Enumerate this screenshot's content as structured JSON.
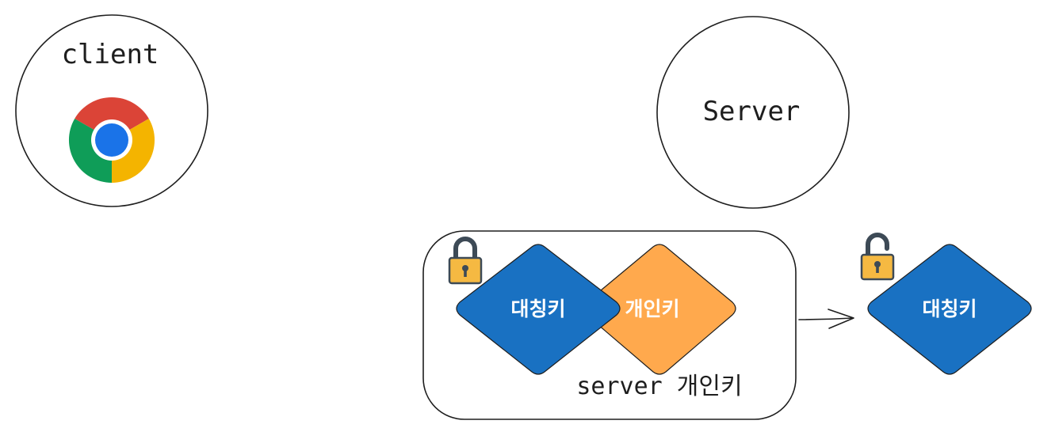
{
  "client": {
    "label": "client",
    "browser_icon": "chrome-icon"
  },
  "server": {
    "label": "Server"
  },
  "bundle": {
    "lock_icon": "locked-padlock-icon",
    "symmetric_key_label": "대칭키",
    "private_key_label": "개인키",
    "caption": "server 개인키"
  },
  "arrow": {
    "icon": "arrow-right-icon"
  },
  "result": {
    "lock_icon": "unlocked-padlock-icon",
    "symmetric_key_label": "대칭키"
  },
  "colors": {
    "stroke": "#1e1e1e",
    "symmetric_key": "#1971c2",
    "private_key": "#ffa94d",
    "padlock_body": "#f5b942",
    "chrome_red": "#db4437",
    "chrome_yellow": "#f4b400",
    "chrome_green": "#0f9d58",
    "chrome_blue": "#1a73e8"
  }
}
